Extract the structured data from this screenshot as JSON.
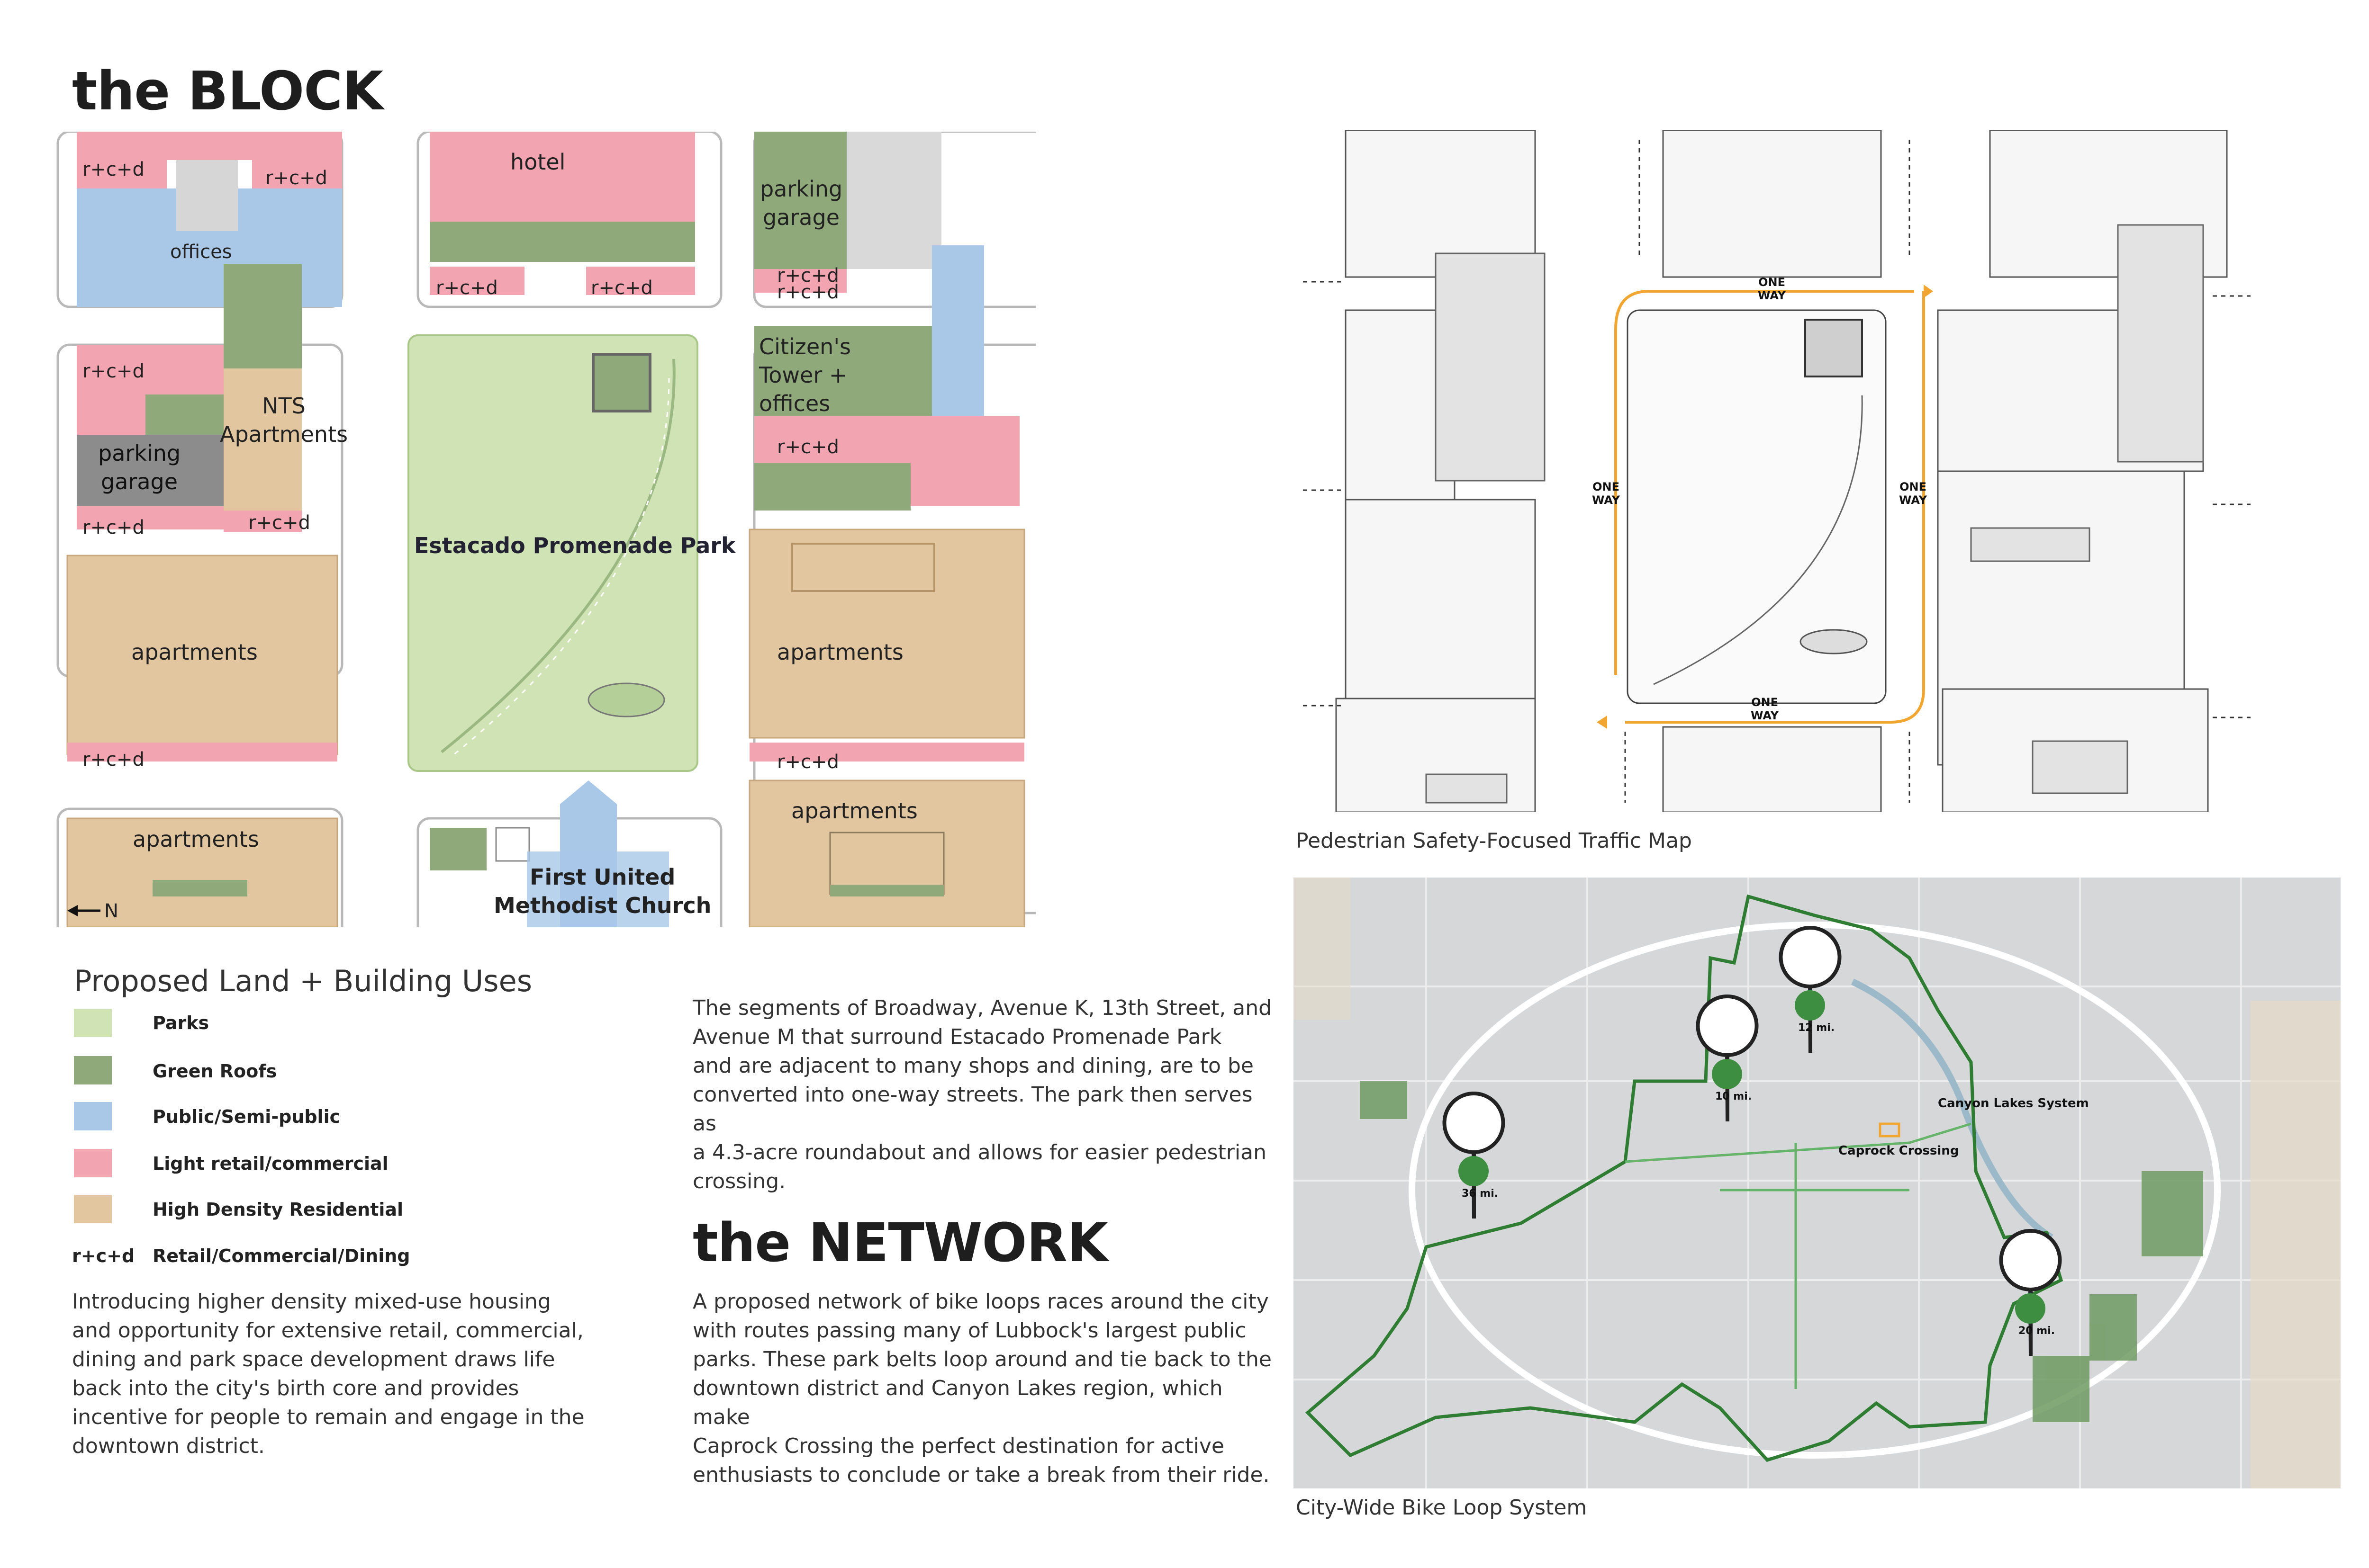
{
  "block": {
    "title": "the BLOCK",
    "labels": {
      "rcd": "r+c+d",
      "offices": "offices",
      "hotel": "hotel",
      "parking_garage": "parking\ngarage",
      "citizens_tower": "Citizen's\nTower +\noffices",
      "nts": "NTS\nApartments",
      "park": "Estacado Promenade Park",
      "apartments": "apartments",
      "church": "First United\nMethodist Church",
      "north": "N"
    }
  },
  "legend": {
    "title": "Proposed Land + Building Uses",
    "items": [
      {
        "label": "Parks",
        "color": "#cfe3b4"
      },
      {
        "label": "Green Roofs",
        "color": "#8fa97b"
      },
      {
        "label": "Public/Semi-public",
        "color": "#a9c8e8"
      },
      {
        "label": "Light retail/commercial",
        "color": "#f2a4b0"
      },
      {
        "label": "High Density Residential",
        "color": "#e2c6a0"
      }
    ],
    "abbr": {
      "code": "r+c+d",
      "label": "Retail/Commercial/Dining"
    }
  },
  "block_text": "Introducing higher density mixed-use housing\nand opportunity for extensive retail, commercial,\ndining and park space development draws life\nback into the city's birth core and provides\nincentive for people to remain and engage in the\ndowntown district.",
  "segments_text": "The segments of Broadway, Avenue K, 13th Street, and\nAvenue M that surround Estacado Promenade Park\nand are adjacent to many shops and dining, are to be\nconverted into one-way streets. The park then serves as\na 4.3-acre roundabout and allows for easier pedestrian\ncrossing.",
  "network": {
    "title": "the NETWORK",
    "text": "A proposed network of bike loops races around the city\nwith routes passing many of Lubbock's largest public\nparks. These park belts loop around and tie back to the\ndowntown district and Canyon Lakes region, which make\nCaprock Crossing the perfect destination for active\nenthusiasts to conclude or take a break from their ride."
  },
  "traffic_map": {
    "caption": "Pedestrian Safety-Focused Traffic Map",
    "one_way": "ONE\nWAY"
  },
  "bike_map": {
    "caption": "City-Wide Bike Loop System",
    "canyon_lakes": "Canyon Lakes System",
    "caprock": "Caprock Crossing",
    "markers": [
      "36 mi.",
      "10 mi.",
      "12 mi.",
      "20 mi."
    ]
  },
  "colors": {
    "park": "#cfe3b4",
    "green_roof": "#8fa97b",
    "public": "#a9c8e8",
    "retail": "#f2a4b0",
    "residential": "#e2c6a0",
    "parking": "#8c8c8c",
    "street_orange": "#f0a630",
    "bike_green": "#2e7d32"
  }
}
